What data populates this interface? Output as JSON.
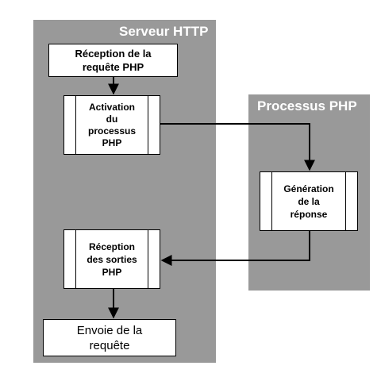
{
  "panels": {
    "http_server": {
      "title": "Serveur HTTP"
    },
    "php_process": {
      "title": "Processus PHP"
    }
  },
  "boxes": {
    "reception_requete": {
      "label": "Réception de la\nrequête PHP"
    },
    "activation": {
      "label": "Activation\ndu\nprocessus\nPHP"
    },
    "generation": {
      "label": "Génération\nde la\nréponse"
    },
    "reception_sorties": {
      "label": "Réception\ndes sorties\nPHP"
    },
    "envoie": {
      "label": "Envoie de la\nrequête"
    }
  },
  "colors": {
    "panel_fill": "#999999",
    "panel_title": "#ffffff",
    "box_fill": "#ffffff",
    "line": "#000000"
  }
}
